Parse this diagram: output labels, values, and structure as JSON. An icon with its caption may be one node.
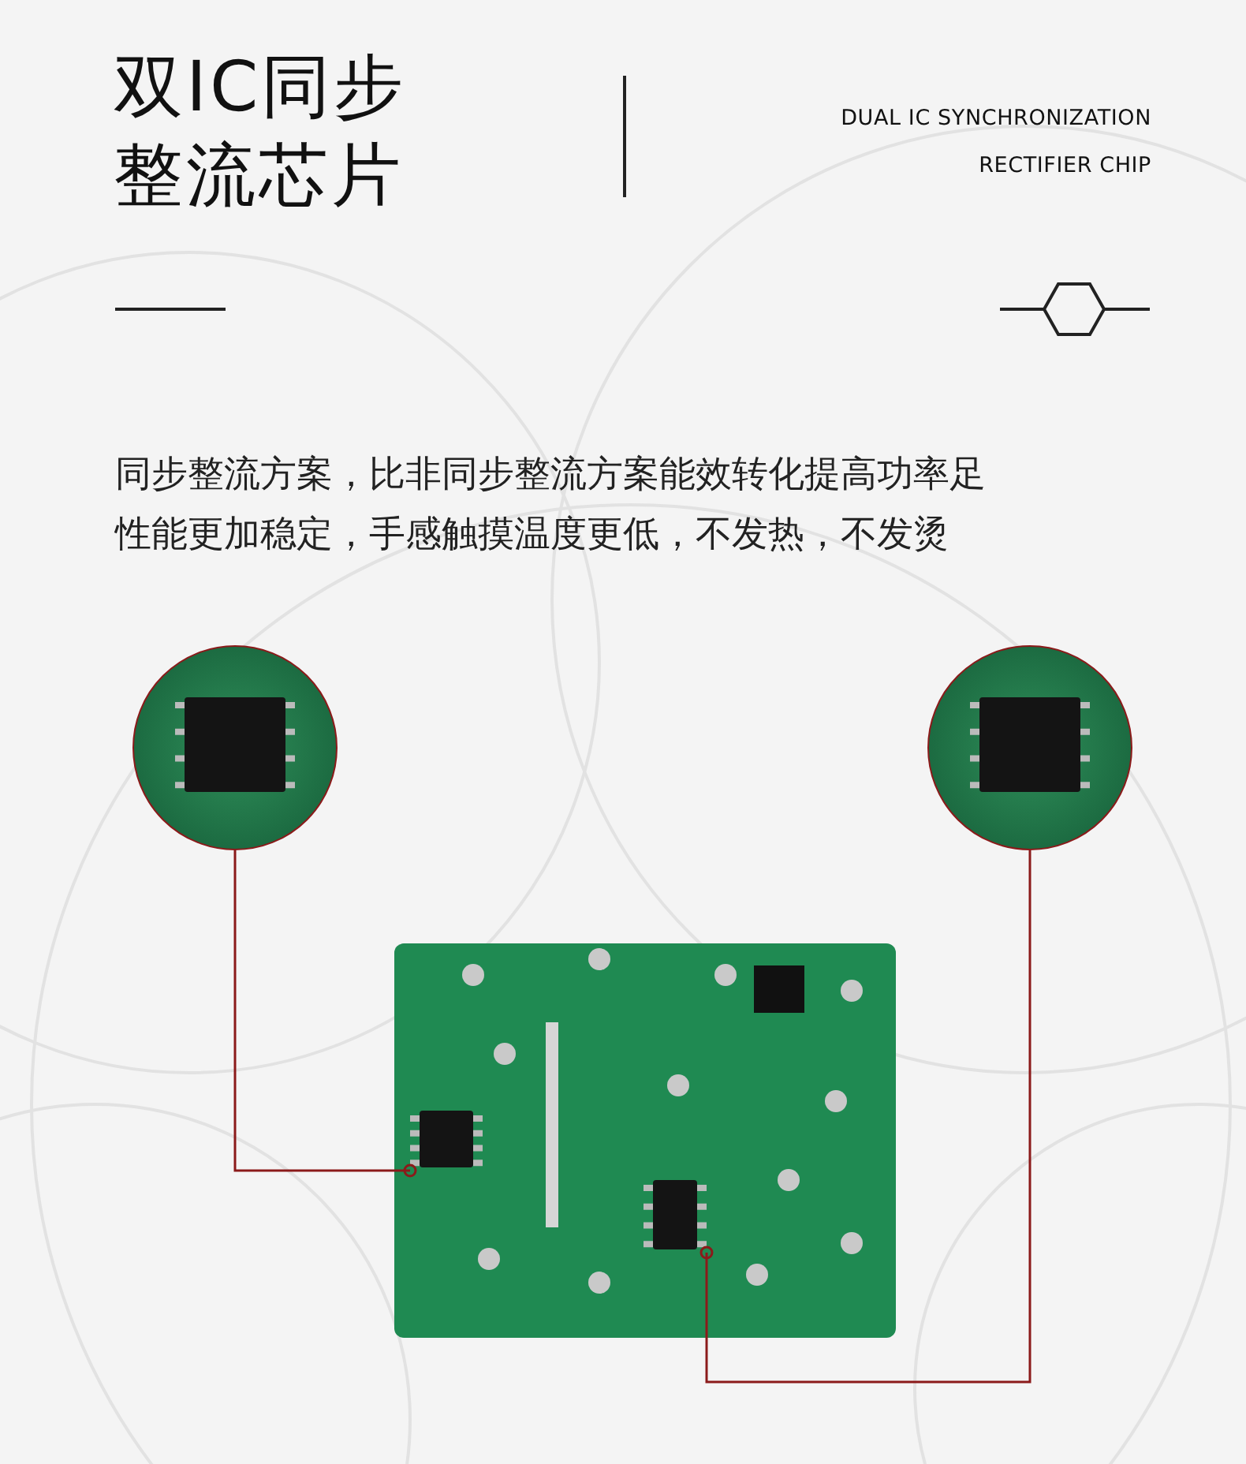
{
  "diagram": {
    "title": "双IC同步整流芯片",
    "nodes": [
      {
        "text": [],
        "shape": "picture"
      },
      {
        "text": [],
        "shape": "picture"
      },
      {
        "text": [],
        "shape": "picture"
      },
      {
        "text": [],
        "shape": "box",
        "in": 2
      },
      {
        "text": [],
        "shape": "box",
        "in": 2
      }
    ],
    "edges": [
      {
        "from": 0,
        "to": 3,
        "arrow": "other",
        "color": "#8b1a1a"
      },
      {
        "from": 1,
        "to": 4,
        "arrow": "other",
        "color": "#8b1a1a"
      }
    ],
    "labels": [
      "DUAL IC SYNCHRONIZATION RECTIFIER CHIP",
      "同步整流方案，比非同步整流方案能效转化提高功率足性能更加稳定，手感触摸温度更低，不发热，不发烫"
    ]
  }
}
